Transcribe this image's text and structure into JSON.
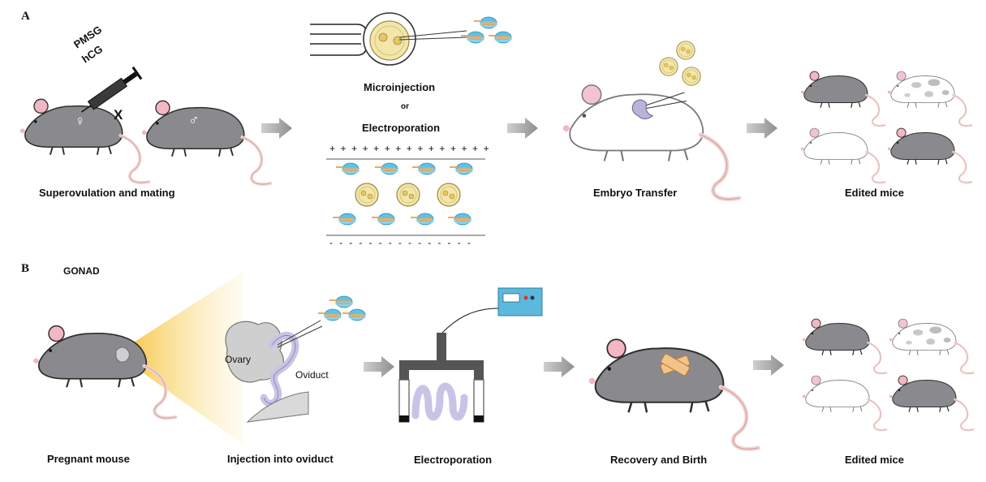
{
  "panel_a": {
    "letter": "A",
    "hormones": [
      "PMSG",
      "hCG"
    ],
    "cross_mark": "X",
    "female_symbol": "♀",
    "male_symbol": "♂",
    "step1_label": "Superovulation and mating",
    "method1": "Microinjection",
    "method_or": "or",
    "method2": "Electroporation",
    "plus_signs": "+ + + + + + + + + + + + + + +",
    "minus_signs": "- - - - - - - - - - - - - - -",
    "step3_label": "Embryo Transfer",
    "step4_label": "Edited mice"
  },
  "panel_b": {
    "letter": "B",
    "title": "GONAD",
    "ovary_label": "Ovary",
    "oviduct_label": "Oviduct",
    "step1_label": "Pregnant mouse",
    "step2_label": "Injection into oviduct",
    "step3_label": "Electroporation",
    "step4_label": "Recovery and Birth",
    "step5_label": "Edited mice"
  },
  "colors": {
    "mouse_gray": "#8a8a8e",
    "mouse_dark": "#3a3a3a",
    "tail_pink": "#f2d4d2",
    "ear_pink": "#f3b6c3",
    "cas9_blue": "#5cc3e6",
    "rna_orange": "#f29d4a",
    "embryo_yellow": "#f3e6a8",
    "arrow_gray": "#9a9a9a",
    "spotlight": "#f6c542"
  }
}
